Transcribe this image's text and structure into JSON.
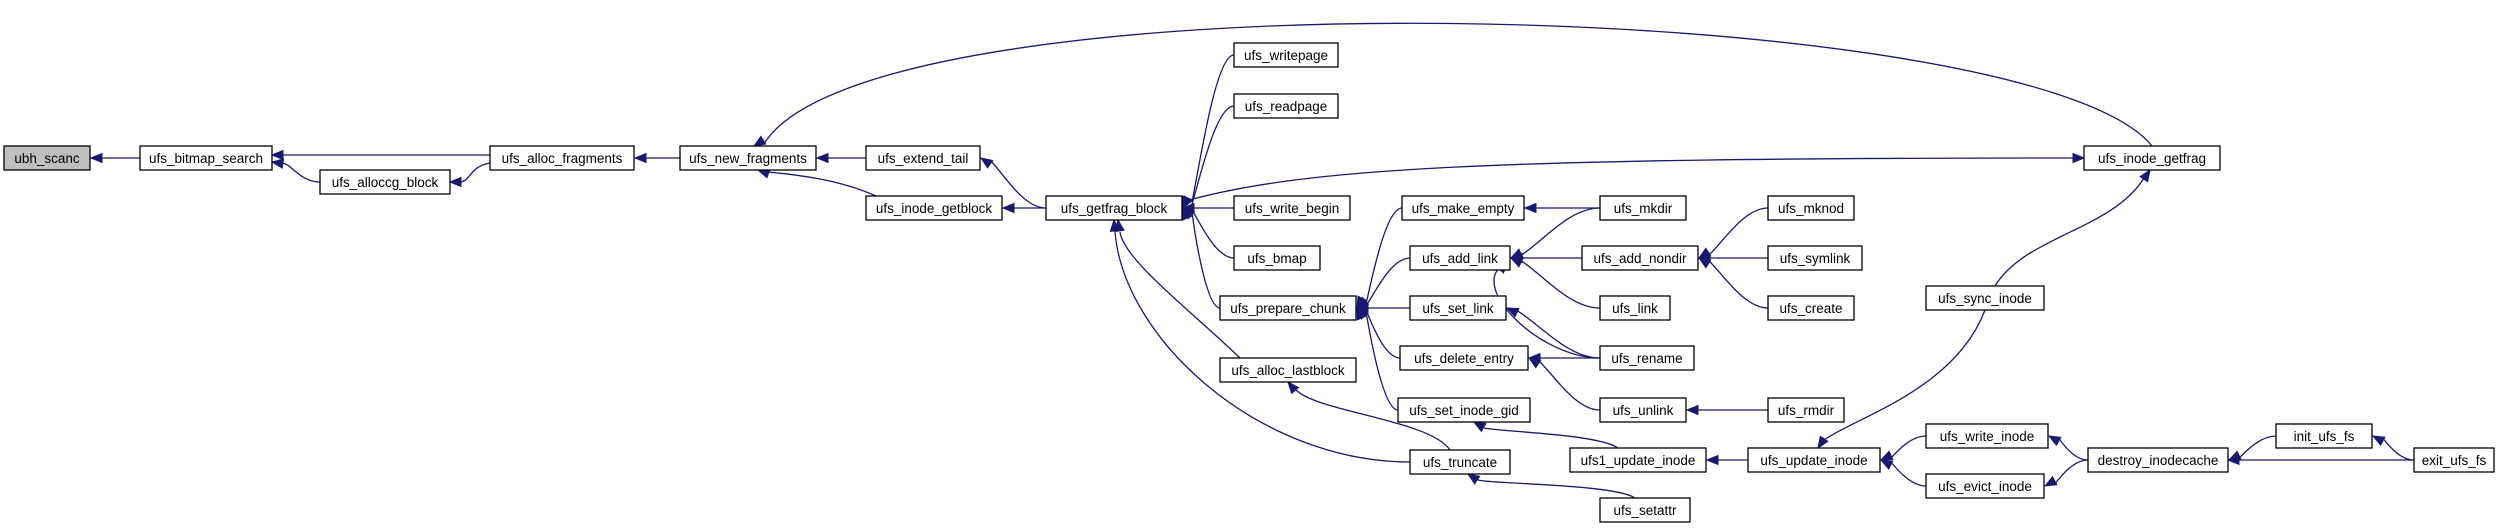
{
  "graph": {
    "nodes": [
      {
        "id": "ubh_scanc",
        "label": "ubh_scanc",
        "highlighted": true
      },
      {
        "id": "ufs_bitmap_search",
        "label": "ufs_bitmap_search"
      },
      {
        "id": "ufs_alloccg_block",
        "label": "ufs_alloccg_block"
      },
      {
        "id": "ufs_alloc_fragments",
        "label": "ufs_alloc_fragments"
      },
      {
        "id": "ufs_new_fragments",
        "label": "ufs_new_fragments"
      },
      {
        "id": "ufs_extend_tail",
        "label": "ufs_extend_tail"
      },
      {
        "id": "ufs_inode_getblock",
        "label": "ufs_inode_getblock"
      },
      {
        "id": "ufs_getfrag_block",
        "label": "ufs_getfrag_block"
      },
      {
        "id": "ufs_writepage",
        "label": "ufs_writepage"
      },
      {
        "id": "ufs_readpage",
        "label": "ufs_readpage"
      },
      {
        "id": "ufs_write_begin",
        "label": "ufs_write_begin"
      },
      {
        "id": "ufs_bmap",
        "label": "ufs_bmap"
      },
      {
        "id": "ufs_prepare_chunk",
        "label": "ufs_prepare_chunk"
      },
      {
        "id": "ufs_alloc_lastblock",
        "label": "ufs_alloc_lastblock"
      },
      {
        "id": "ufs_truncate",
        "label": "ufs_truncate"
      },
      {
        "id": "ufs_make_empty",
        "label": "ufs_make_empty"
      },
      {
        "id": "ufs_add_link",
        "label": "ufs_add_link"
      },
      {
        "id": "ufs_set_link",
        "label": "ufs_set_link"
      },
      {
        "id": "ufs_delete_entry",
        "label": "ufs_delete_entry"
      },
      {
        "id": "ufs_set_inode_gid",
        "label": "ufs_set_inode_gid"
      },
      {
        "id": "ufs_setattr",
        "label": "ufs_setattr"
      },
      {
        "id": "ufs_mkdir",
        "label": "ufs_mkdir"
      },
      {
        "id": "ufs_add_nondir",
        "label": "ufs_add_nondir"
      },
      {
        "id": "ufs_link",
        "label": "ufs_link"
      },
      {
        "id": "ufs_rename",
        "label": "ufs_rename"
      },
      {
        "id": "ufs_unlink",
        "label": "ufs_unlink"
      },
      {
        "id": "ufs1_update_inode",
        "label": "ufs1_update_inode"
      },
      {
        "id": "ufs_mknod",
        "label": "ufs_mknod"
      },
      {
        "id": "ufs_symlink",
        "label": "ufs_symlink"
      },
      {
        "id": "ufs_create",
        "label": "ufs_create"
      },
      {
        "id": "ufs_rmdir",
        "label": "ufs_rmdir"
      },
      {
        "id": "ufs_update_inode",
        "label": "ufs_update_inode"
      },
      {
        "id": "ufs_inode_getfrag",
        "label": "ufs_inode_getfrag"
      },
      {
        "id": "ufs_sync_inode",
        "label": "ufs_sync_inode"
      },
      {
        "id": "ufs_write_inode",
        "label": "ufs_write_inode"
      },
      {
        "id": "ufs_evict_inode",
        "label": "ufs_evict_inode"
      },
      {
        "id": "destroy_inodecache",
        "label": "destroy_inodecache"
      },
      {
        "id": "init_ufs_fs",
        "label": "init_ufs_fs"
      },
      {
        "id": "exit_ufs_fs",
        "label": "exit_ufs_fs"
      }
    ],
    "edges": [
      {
        "from": "ufs_bitmap_search",
        "to": "ubh_scanc"
      },
      {
        "from": "ufs_alloc_fragments",
        "to": "ufs_bitmap_search"
      },
      {
        "from": "ufs_alloccg_block",
        "to": "ufs_bitmap_search"
      },
      {
        "from": "ufs_alloc_fragments",
        "to": "ufs_alloccg_block"
      },
      {
        "from": "ufs_new_fragments",
        "to": "ufs_alloc_fragments"
      },
      {
        "from": "ufs_extend_tail",
        "to": "ufs_new_fragments"
      },
      {
        "from": "ufs_inode_getblock",
        "to": "ufs_new_fragments"
      },
      {
        "from": "ufs_inode_getfrag",
        "to": "ufs_new_fragments"
      },
      {
        "from": "ufs_getfrag_block",
        "to": "ufs_extend_tail"
      },
      {
        "from": "ufs_getfrag_block",
        "to": "ufs_inode_getblock"
      },
      {
        "from": "ufs_getfrag_block",
        "to": "ufs_inode_getfrag"
      },
      {
        "from": "ufs_writepage",
        "to": "ufs_getfrag_block"
      },
      {
        "from": "ufs_readpage",
        "to": "ufs_getfrag_block"
      },
      {
        "from": "ufs_write_begin",
        "to": "ufs_getfrag_block"
      },
      {
        "from": "ufs_bmap",
        "to": "ufs_getfrag_block"
      },
      {
        "from": "ufs_prepare_chunk",
        "to": "ufs_getfrag_block"
      },
      {
        "from": "ufs_alloc_lastblock",
        "to": "ufs_getfrag_block"
      },
      {
        "from": "ufs_truncate",
        "to": "ufs_getfrag_block"
      },
      {
        "from": "ufs_truncate",
        "to": "ufs_alloc_lastblock"
      },
      {
        "from": "ufs_make_empty",
        "to": "ufs_prepare_chunk"
      },
      {
        "from": "ufs_add_link",
        "to": "ufs_prepare_chunk"
      },
      {
        "from": "ufs_set_link",
        "to": "ufs_prepare_chunk"
      },
      {
        "from": "ufs_delete_entry",
        "to": "ufs_prepare_chunk"
      },
      {
        "from": "ufs_set_inode_gid",
        "to": "ufs_prepare_chunk"
      },
      {
        "from": "ufs_setattr",
        "to": "ufs_truncate"
      },
      {
        "from": "ufs_mkdir",
        "to": "ufs_make_empty"
      },
      {
        "from": "ufs_mkdir",
        "to": "ufs_add_link"
      },
      {
        "from": "ufs_add_nondir",
        "to": "ufs_add_link"
      },
      {
        "from": "ufs_link",
        "to": "ufs_add_link"
      },
      {
        "from": "ufs_rename",
        "to": "ufs_add_link"
      },
      {
        "from": "ufs_rename",
        "to": "ufs_set_link"
      },
      {
        "from": "ufs_rename",
        "to": "ufs_delete_entry"
      },
      {
        "from": "ufs_unlink",
        "to": "ufs_delete_entry"
      },
      {
        "from": "ufs1_update_inode",
        "to": "ufs_set_inode_gid"
      },
      {
        "from": "ufs_mknod",
        "to": "ufs_add_nondir"
      },
      {
        "from": "ufs_symlink",
        "to": "ufs_add_nondir"
      },
      {
        "from": "ufs_create",
        "to": "ufs_add_nondir"
      },
      {
        "from": "ufs_rmdir",
        "to": "ufs_unlink"
      },
      {
        "from": "ufs_update_inode",
        "to": "ufs1_update_inode"
      },
      {
        "from": "ufs_sync_inode",
        "to": "ufs_update_inode"
      },
      {
        "from": "ufs_write_inode",
        "to": "ufs_update_inode"
      },
      {
        "from": "ufs_evict_inode",
        "to": "ufs_update_inode"
      },
      {
        "from": "ufs_sync_inode",
        "to": "ufs_inode_getfrag"
      },
      {
        "from": "destroy_inodecache",
        "to": "ufs_write_inode"
      },
      {
        "from": "destroy_inodecache",
        "to": "ufs_evict_inode"
      },
      {
        "from": "init_ufs_fs",
        "to": "destroy_inodecache"
      },
      {
        "from": "exit_ufs_fs",
        "to": "destroy_inodecache"
      },
      {
        "from": "exit_ufs_fs",
        "to": "init_ufs_fs"
      }
    ]
  },
  "colors": {
    "edge": "#191970",
    "node_border": "#000000",
    "node_fill": "#ffffff",
    "highlight_fill": "#bfbfbf"
  }
}
